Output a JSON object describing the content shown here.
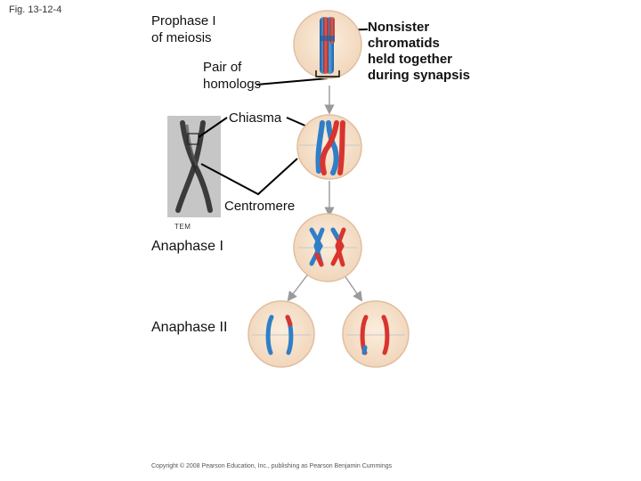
{
  "figure_label": "Fig. 13-12-4",
  "labels": {
    "prophase_line1": "Prophase I",
    "prophase_line2": "of meiosis",
    "pair_line1": "Pair of",
    "pair_line2": "homologs",
    "nonsister_line1": "Nonsister",
    "nonsister_line2": "chromatids",
    "nonsister_line3": "held together",
    "nonsister_line4": "during synapsis",
    "chiasma": "Chiasma",
    "centromere": "Centromere",
    "tem": "TEM",
    "anaphase1": "Anaphase I",
    "anaphase2": "Anaphase II"
  },
  "copyright": "Copyright © 2008 Pearson Education, Inc., publishing as Pearson Benjamin Cummings",
  "colors": {
    "cell_fill": "#f7e3cf",
    "cell_edge": "#e3c3a2",
    "blue_chromosome": "#2f7fc8",
    "red_chromosome": "#d9342e",
    "arrow": "#9a9a9a",
    "leader_line": "#000000"
  }
}
